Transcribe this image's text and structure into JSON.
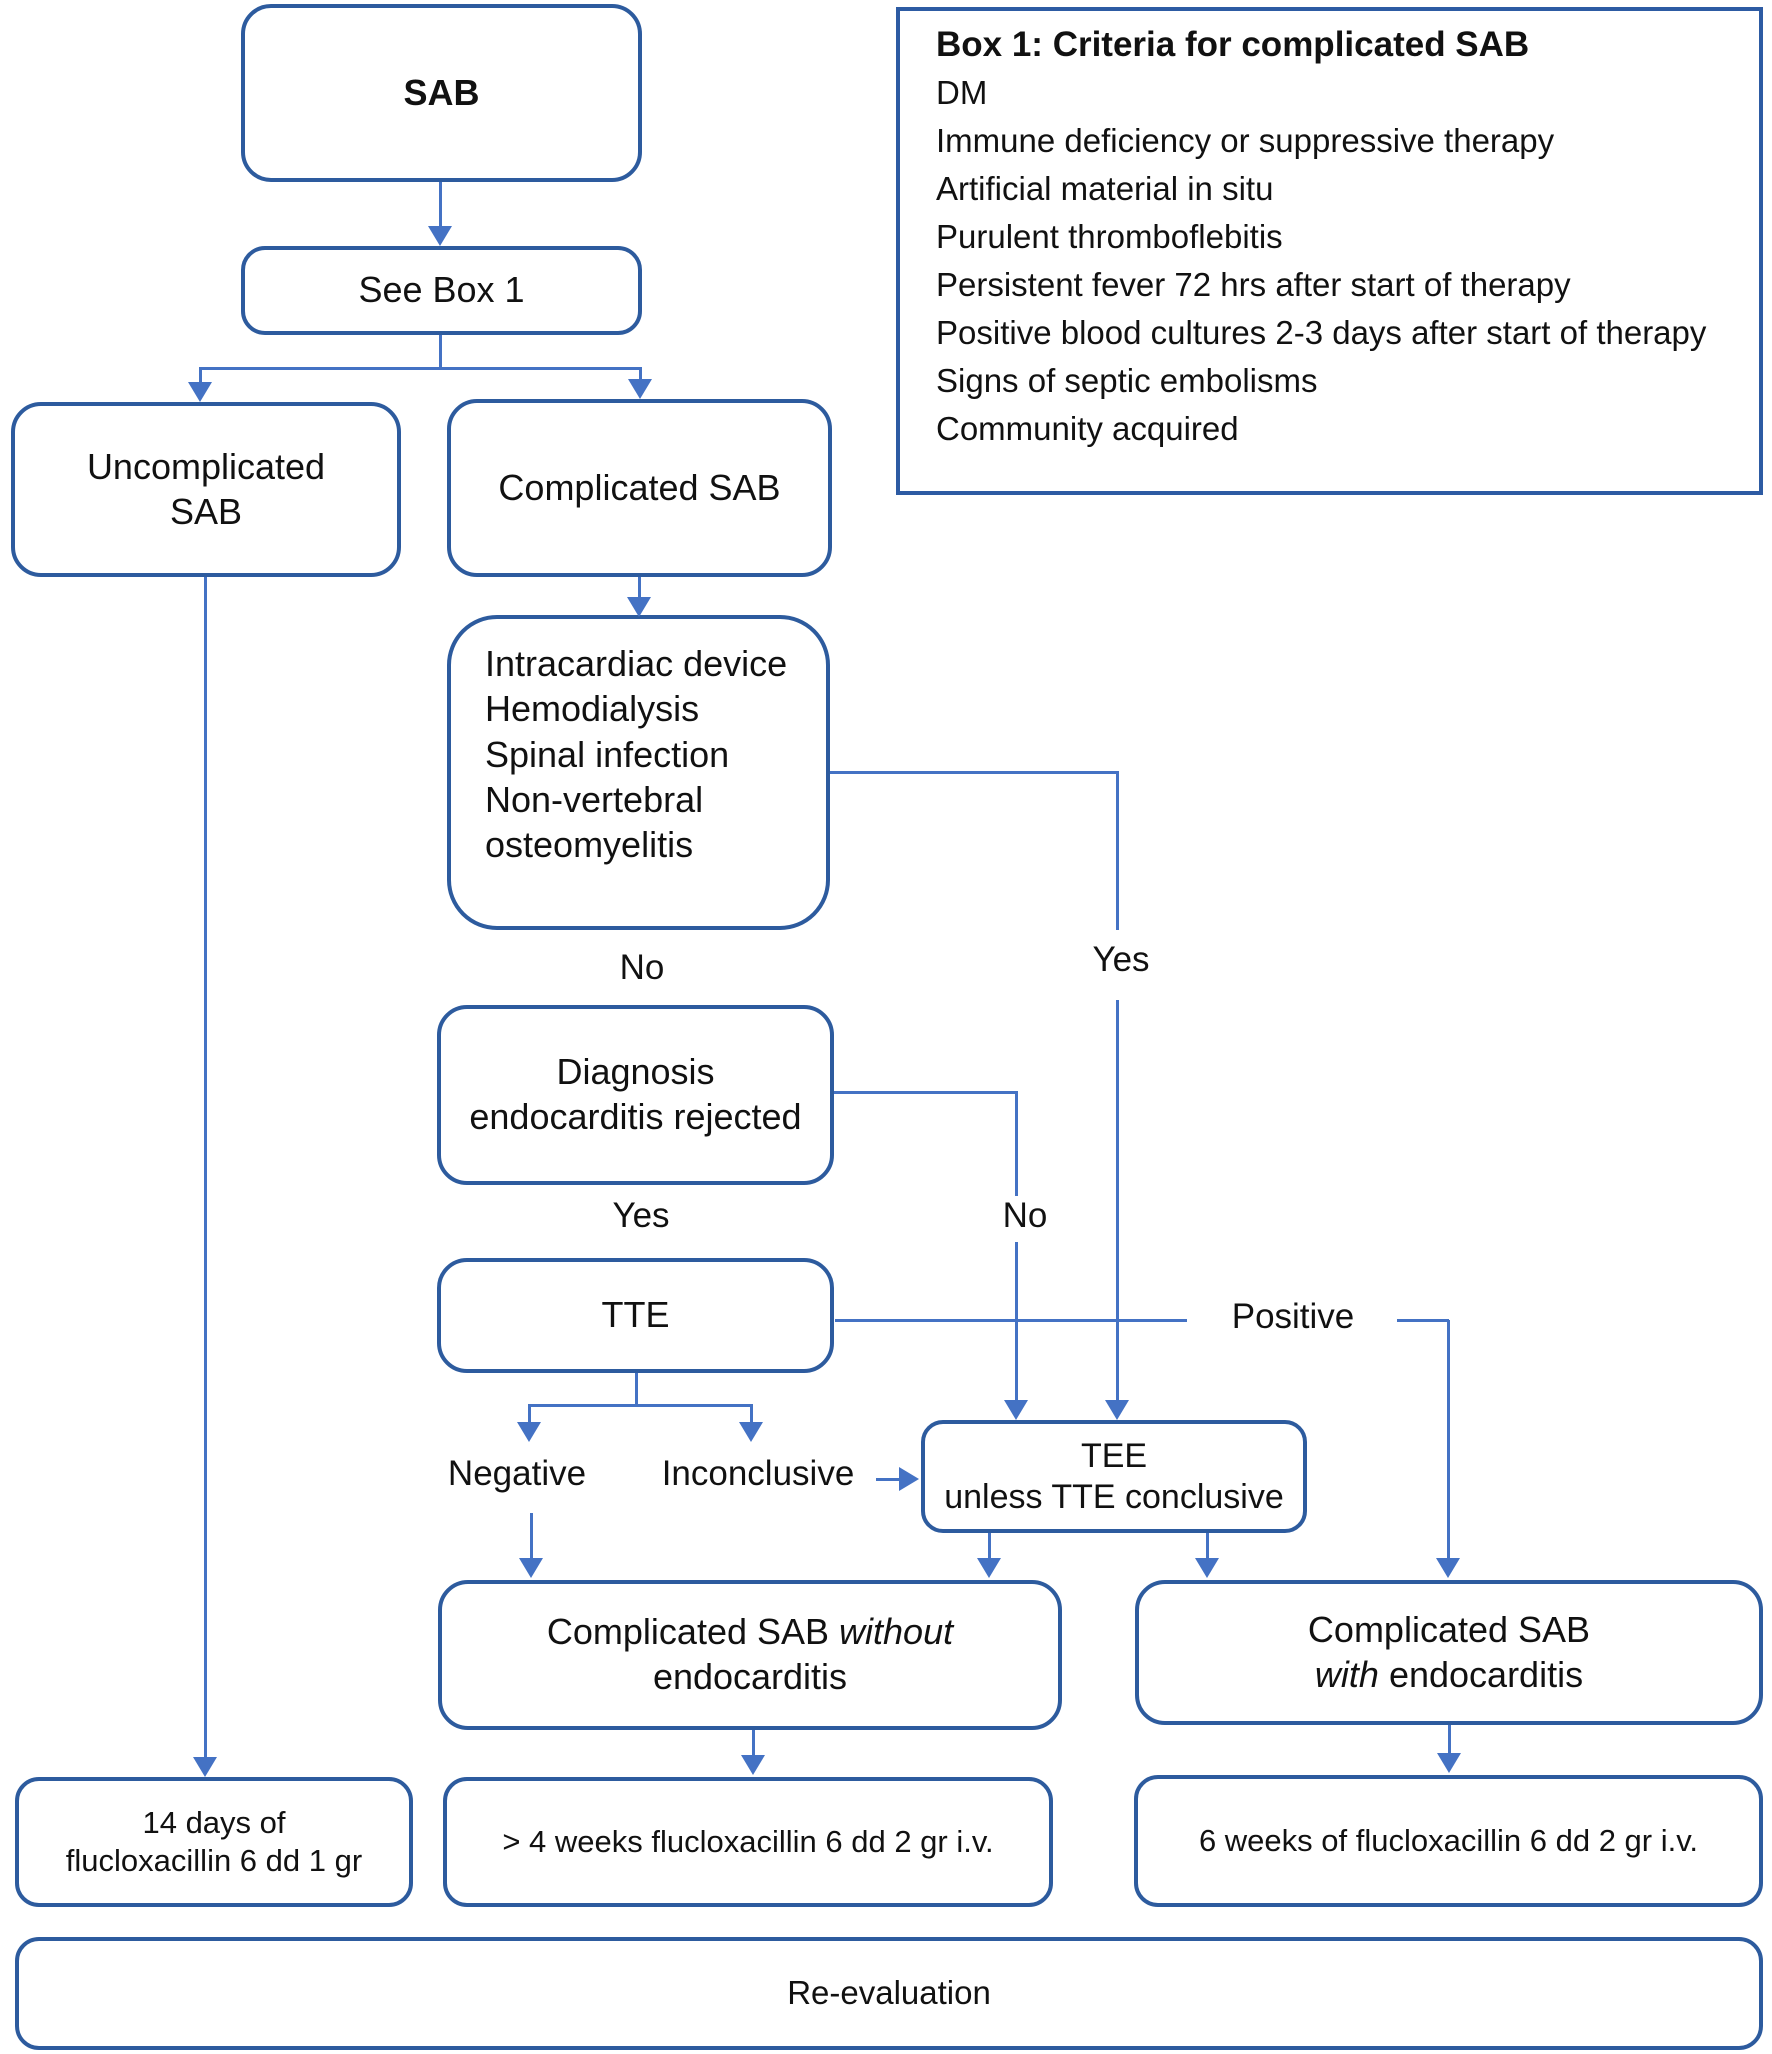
{
  "flow": {
    "sab": "SAB",
    "see_box1": "See Box 1",
    "uncomplicated": {
      "line1": "Uncomplicated",
      "line2": "SAB"
    },
    "complicated": "Complicated SAB",
    "risk": {
      "lines": [
        "Intracardiac device",
        "Hemodialysis",
        "Spinal infection",
        "Non-vertebral",
        "osteomyelitis"
      ]
    },
    "diagnosis": {
      "line1": "Diagnosis",
      "line2": "endocarditis rejected"
    },
    "tte": "TTE",
    "tee": {
      "line1": "TEE",
      "line2": "unless TTE conclusive"
    },
    "without_endo": {
      "pre": "Complicated SAB ",
      "italic": "without",
      "line2": "endocarditis"
    },
    "with_endo": {
      "line1": "Complicated SAB",
      "italic": "with",
      "post": " endocarditis"
    },
    "treat14": {
      "line1": "14 days of",
      "line2": "flucloxacillin 6 dd 1 gr"
    },
    "treat4w": "> 4 weeks flucloxacillin 6 dd 2 gr i.v.",
    "treat6w": "6 weeks of flucloxacillin 6 dd 2 gr i.v.",
    "reevaluation": "Re-evaluation"
  },
  "labels": {
    "no1": "No",
    "yes1": "Yes",
    "yes2": "Yes",
    "no2": "No",
    "negative": "Negative",
    "inconclusive": "Inconclusive",
    "positive": "Positive"
  },
  "box1": {
    "title": "Box 1: Criteria for complicated SAB",
    "items": [
      "DM",
      "Immune deficiency or suppressive therapy",
      "Artificial material in situ",
      "Purulent thromboflebitis",
      "Persistent fever 72 hrs after start of therapy",
      "Positive blood cultures 2-3 days after start of therapy",
      "Signs of septic embolisms",
      "Community acquired"
    ]
  },
  "colors": {
    "node_border": "#2d5b9e",
    "arrow": "#4472c4",
    "text": "#111111"
  }
}
